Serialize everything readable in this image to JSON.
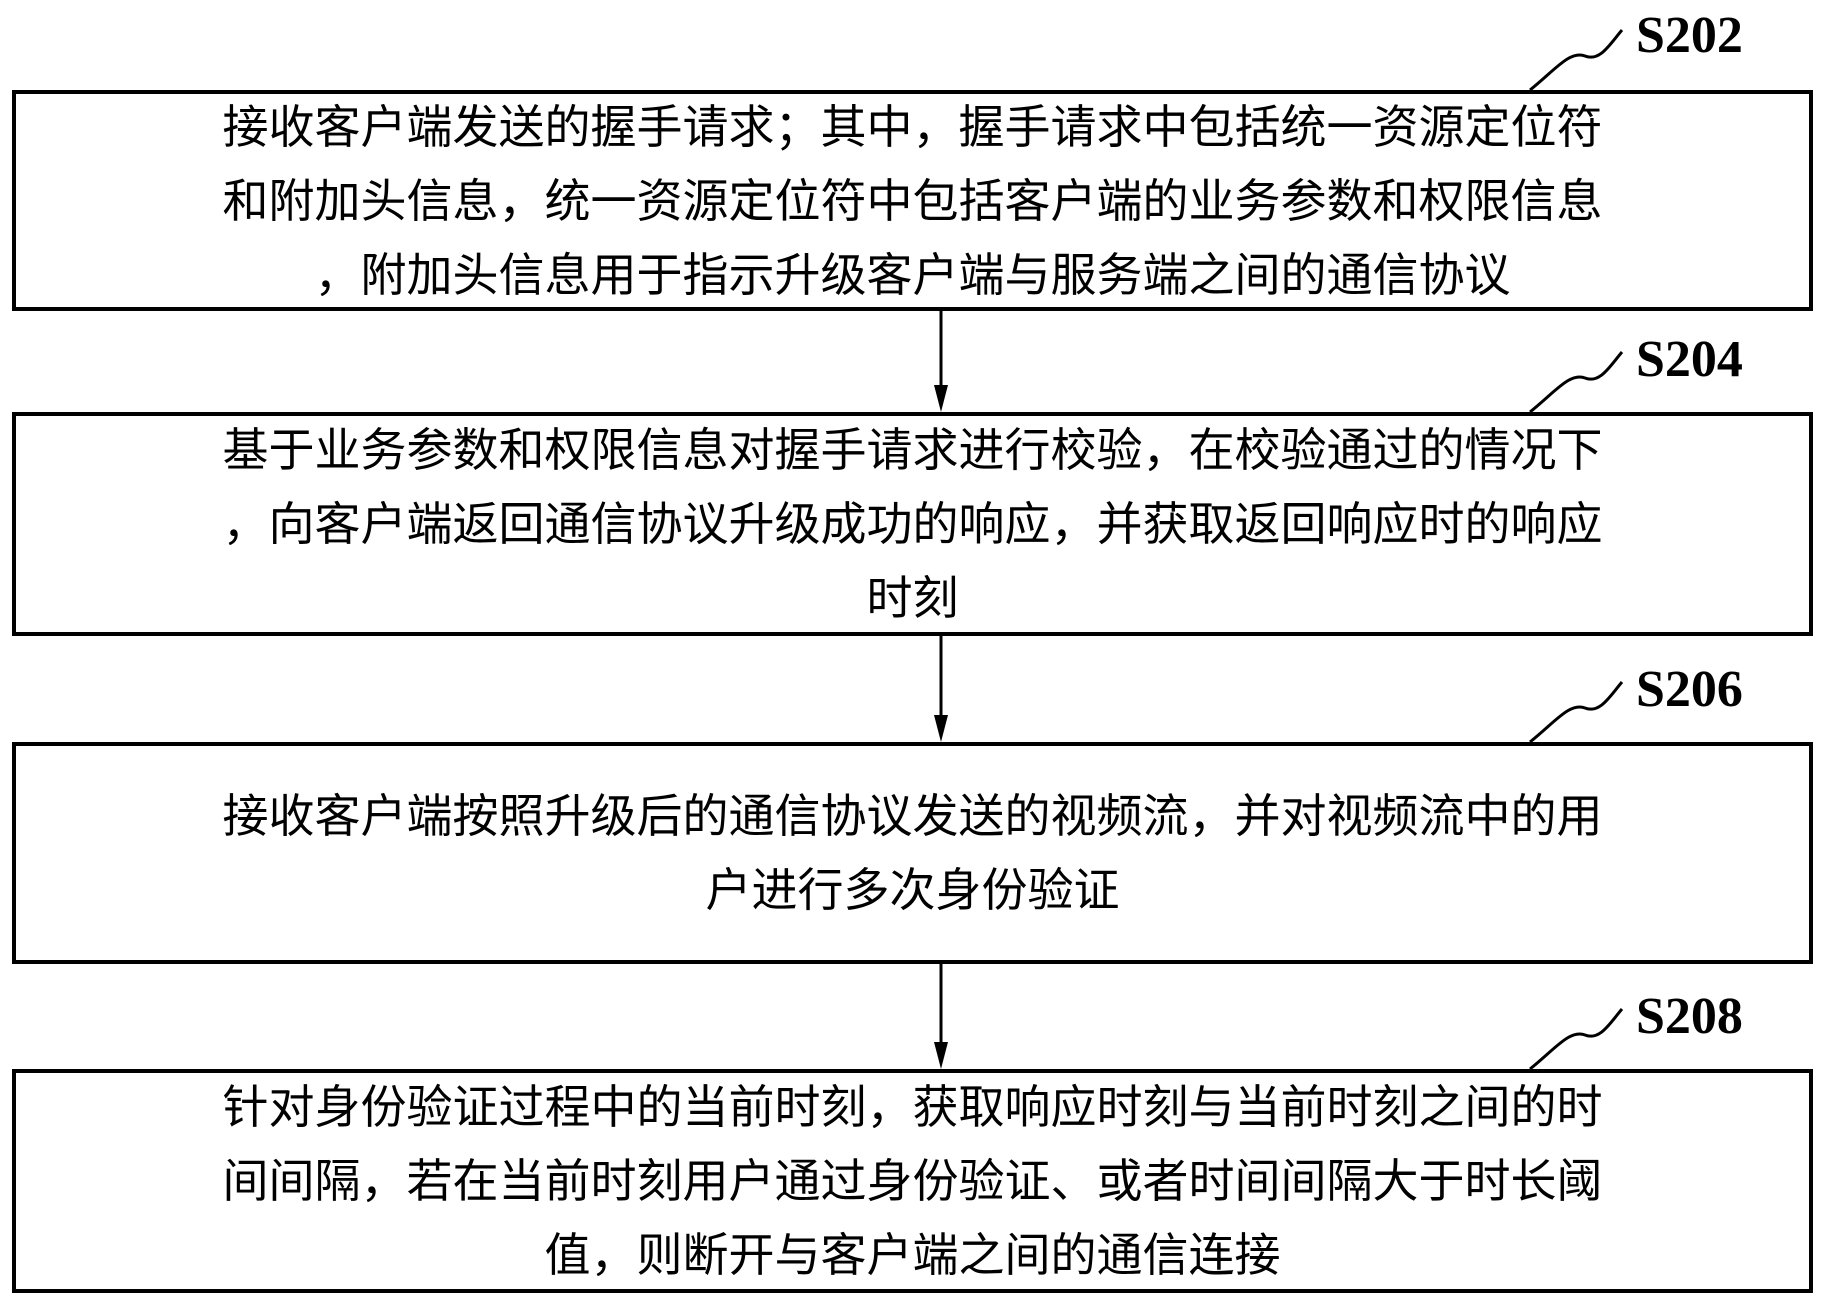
{
  "steps": [
    {
      "label": "S202",
      "lines": [
        "接收客户端发送的握手请求；其中，握手请求中包括统一资源定位符",
        "和附加头信息，统一资源定位符中包括客户端的业务参数和权限信息",
        "，附加头信息用于指示升级客户端与服务端之间的通信协议"
      ]
    },
    {
      "label": "S204",
      "lines": [
        "基于业务参数和权限信息对握手请求进行校验，在校验通过的情况下",
        "，向客户端返回通信协议升级成功的响应，并获取返回响应时的响应",
        "时刻"
      ]
    },
    {
      "label": "S206",
      "lines": [
        "接收客户端按照升级后的通信协议发送的视频流，并对视频流中的用",
        "户进行多次身份验证"
      ]
    },
    {
      "label": "S208",
      "lines": [
        "针对身份验证过程中的当前时刻，获取响应时刻与当前时刻之间的时",
        "间间隔，若在当前时刻用户通过身份验证、或者时间间隔大于时长阈",
        "值，则断开与客户端之间的通信连接"
      ]
    }
  ]
}
